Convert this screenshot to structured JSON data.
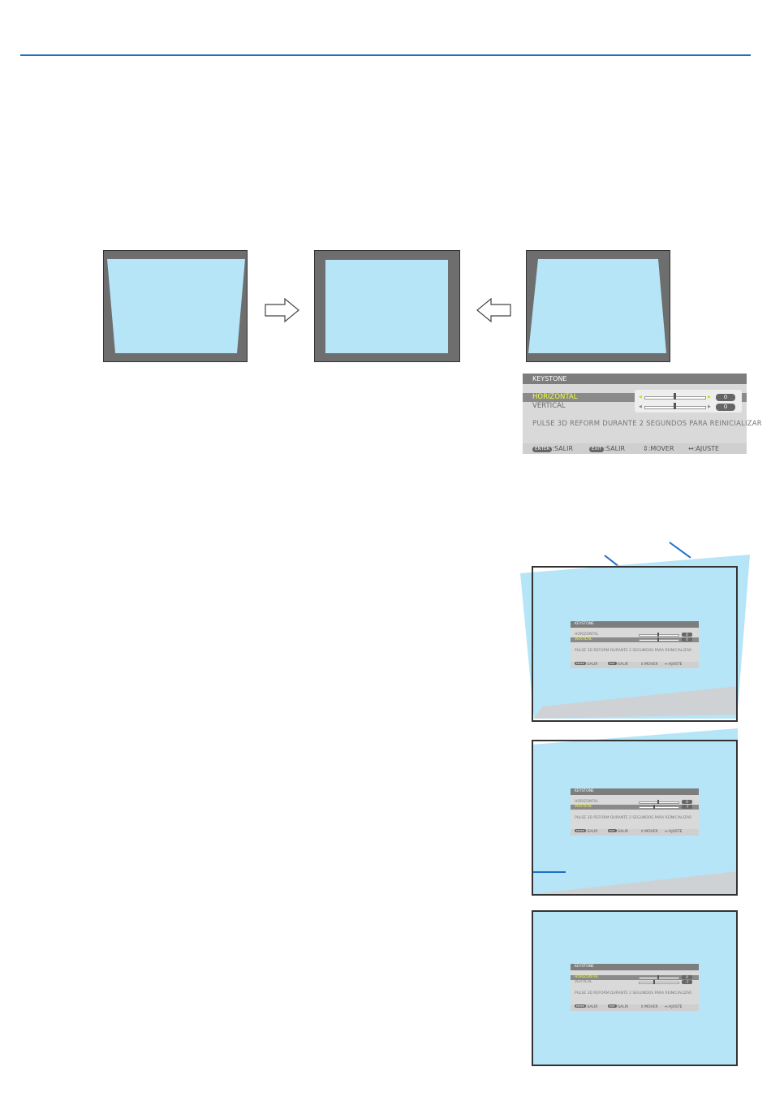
{
  "colors": {
    "rule": "#1f6fc5",
    "image_fill": "#b5e5f7",
    "frame_gray": "#6e6e6e",
    "selected_text": "#f2ff3a"
  },
  "keystone_menu": {
    "title": "KEYSTONE",
    "rows": [
      {
        "label": "HORIZONTAL",
        "value": "0",
        "position": 0.5
      },
      {
        "label": "VERTICAL",
        "value": "0",
        "position": 0.5
      }
    ],
    "message": "PULSE 3D REFORM DURANTE 2 SEGUNDOS PARA REINICIALIZAR",
    "footer": [
      {
        "key": "ENTER",
        "label": ":SALIR"
      },
      {
        "key": "EXIT",
        "label": ":SALIR"
      },
      {
        "key": "",
        "label": "⇕:MOVER"
      },
      {
        "key": "",
        "label": "↔:AJUSTE"
      }
    ]
  },
  "steps": [
    {
      "title": "KEYSTONE",
      "selected_row": 1,
      "values": [
        "0",
        "0"
      ]
    },
    {
      "title": "KEYSTONE",
      "selected_row": 1,
      "values": [
        "0",
        "-7"
      ]
    },
    {
      "title": "KEYSTONE",
      "selected_row": 0,
      "values": [
        "0",
        "-7"
      ]
    }
  ]
}
